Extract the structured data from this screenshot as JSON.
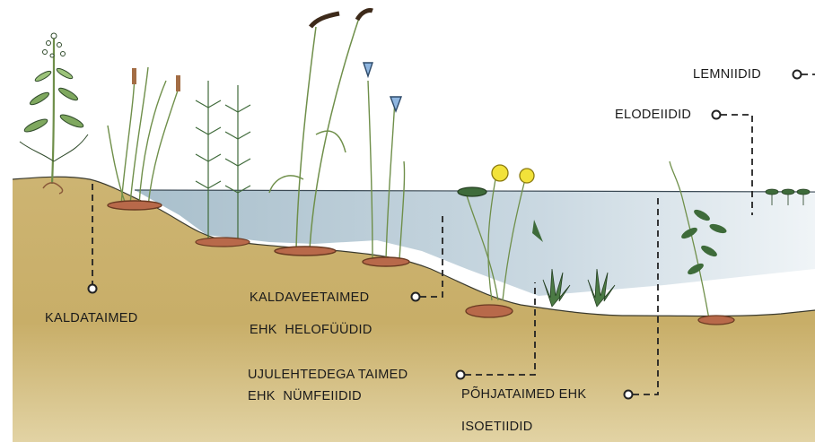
{
  "labels": {
    "kaldataimed": "KALDATAIMED",
    "helofuudid_1": "KALDAVEETAIMED",
    "helofuudid_2": "EHK  HELOFÜÜDID",
    "nymfeiidid_1": "UJULEHTEDEGA TAIMED",
    "nymfeiidid_2": "EHK  NÜMFEIIDID",
    "isoetiidid_1": "PÕHJATAIMED EHK",
    "isoetiidid_2": "ISOETIIDID",
    "elodeiidid": "ELODEIIDID",
    "lemniidid": "LEMNIIDID"
  },
  "colors": {
    "ground": "#c9b06a",
    "water": "#b8ccd8",
    "stem_green": "#8fae6a",
    "leaf_dark": "#3e6b3a",
    "root": "#b8694a",
    "flower_yellow": "#f2e23a",
    "iris_blue": "#8fb6e0",
    "leader_line": "#222222"
  }
}
